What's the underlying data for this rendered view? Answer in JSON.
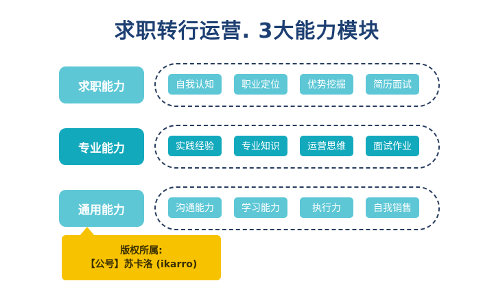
{
  "title": "求职转行运营. 3大能力模块",
  "categories": [
    {
      "label": "求职能力",
      "skills": [
        "自我认知",
        "职业定位",
        "优势挖掘",
        "简历面试"
      ]
    },
    {
      "label": "专业能力",
      "skills": [
        "实践经验",
        "专业知识",
        "运营思维",
        "面试作业"
      ]
    },
    {
      "label": "通用能力",
      "skills": [
        "沟通能力",
        "学习能力",
        "执行力",
        "自我销售"
      ]
    }
  ],
  "note": {
    "line1": "版权所属:",
    "line2": "【公号】苏卡洛 (ikarro)"
  }
}
